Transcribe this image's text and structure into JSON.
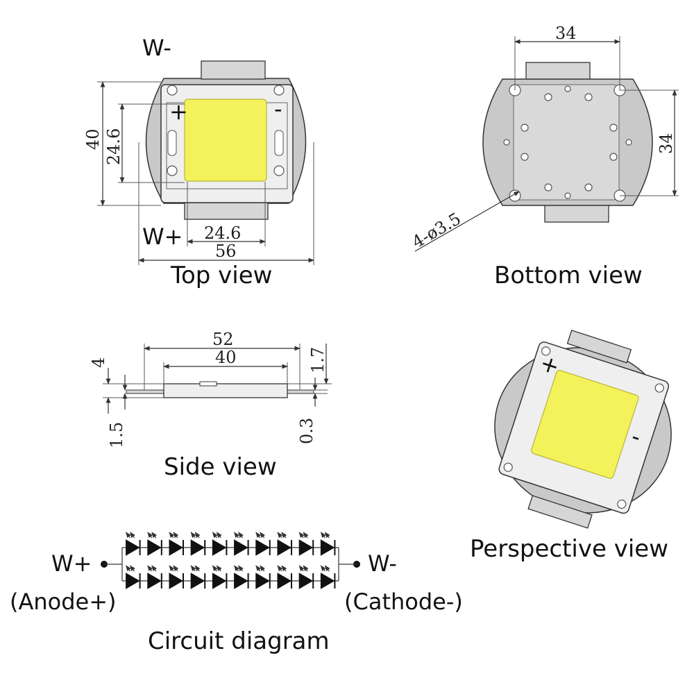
{
  "top_view": {
    "caption": "Top view",
    "w_minus": "W-",
    "w_plus": "W+",
    "pole_plus": "+",
    "pole_minus": "-",
    "dim_height": "40",
    "dim_led_height": "24.6",
    "dim_led_width": "24.6",
    "dim_width": "56"
  },
  "bottom_view": {
    "caption": "Bottom view",
    "dim_hole_spacing_x": "34",
    "dim_hole_spacing_y": "34",
    "dim_holes": "4-ø3.5"
  },
  "side_view": {
    "caption": "Side view",
    "dim_length": "52",
    "dim_plate": "40",
    "dim_total_h": "4",
    "dim_tab_h": "1.7",
    "dim_base": "1.5",
    "dim_tab_t": "0.3"
  },
  "perspective_view": {
    "caption": "Perspective view",
    "pole_plus": "+",
    "pole_minus": "-"
  },
  "circuit": {
    "caption": "Circuit diagram",
    "left_label": "W+",
    "left_sub": "(Anode+)",
    "right_label": "W-",
    "right_sub": "(Cathode-)",
    "rows": 2,
    "diodes_per_row": 10
  },
  "colors": {
    "led_yellow": "#f4f25a",
    "body_gray": "#c9c9c9",
    "plate_light": "#efefef"
  }
}
